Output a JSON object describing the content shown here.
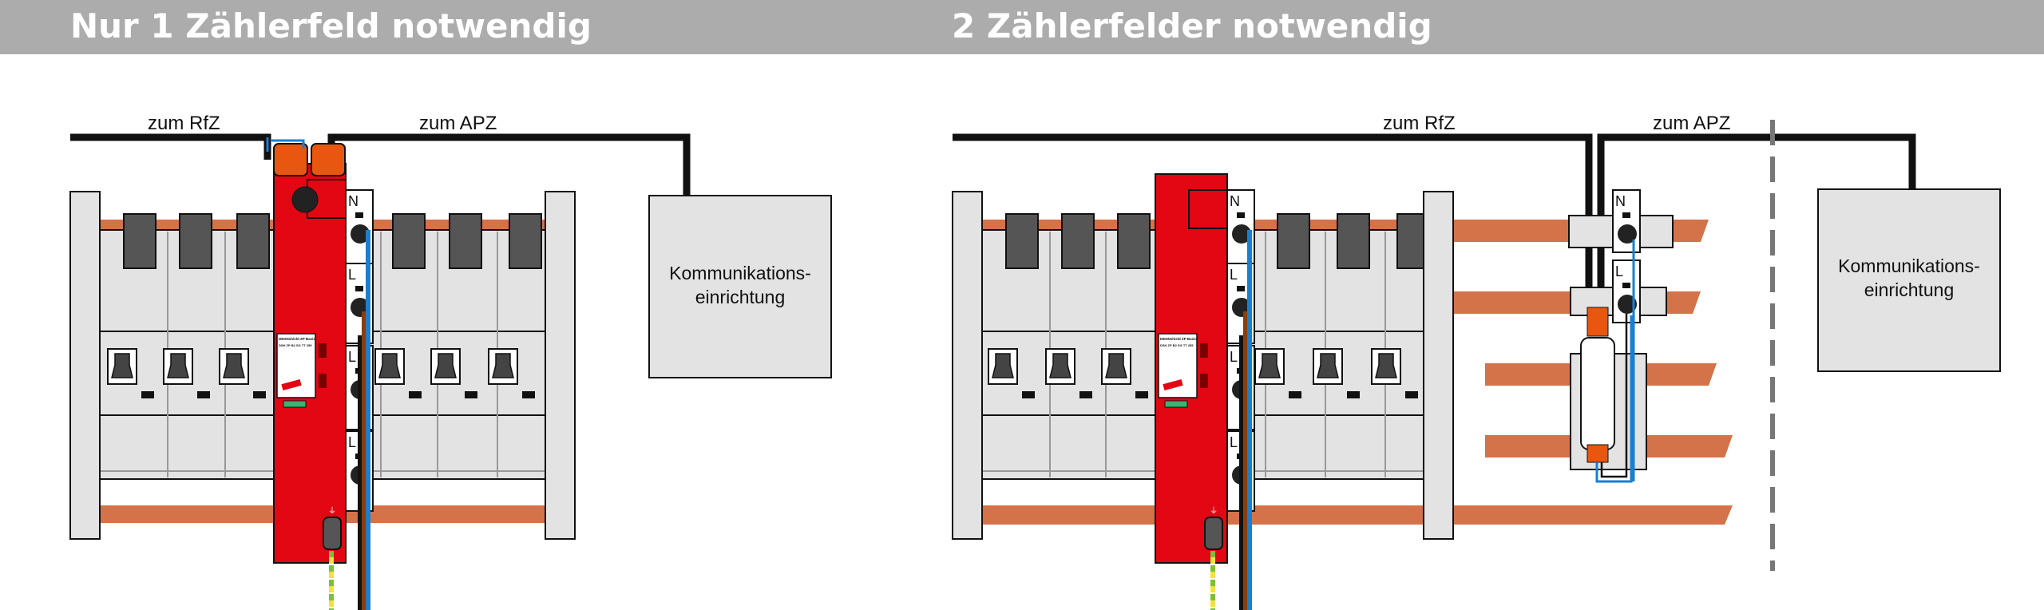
{
  "header": {
    "left_title": "Nur 1 Zählerfeld notwendig",
    "right_title": "2 Zählerfelder notwendig"
  },
  "left_panel": {
    "cable_label_rfz": "zum RfZ",
    "cable_label_apz": "zum APZ",
    "box_label_line1": "Kommunikations-",
    "box_label_line2": "einrichtung",
    "device_label_brand": "DEHNshield ZP Basic",
    "device_label_type": "DSH ZP B2 SG TT 255",
    "terminal_labels": [
      "N",
      "L",
      "L",
      "L"
    ]
  },
  "right_panel": {
    "cable_label_rfz": "zum RfZ",
    "cable_label_apz": "zum APZ",
    "box_label_line1": "Kommunikations-",
    "box_label_line2": "einrichtung",
    "device_label_brand": "DEHNshield ZP Basic",
    "device_label_type": "DSH ZP B2 SG TT 255",
    "terminal_labels": [
      "N",
      "L",
      "L",
      "L"
    ],
    "aux_terminal_labels": [
      "N",
      "L"
    ]
  },
  "colors": {
    "header_bg": "#acacac",
    "device_red": "#e30613",
    "copper": "#d4724a",
    "wire_blue": "#1a7fd1",
    "wire_brown": "#8b3e0a",
    "connector_orange": "#e8560f",
    "breaker_gray": "#e3e3e3",
    "knob_dark": "#555555"
  }
}
